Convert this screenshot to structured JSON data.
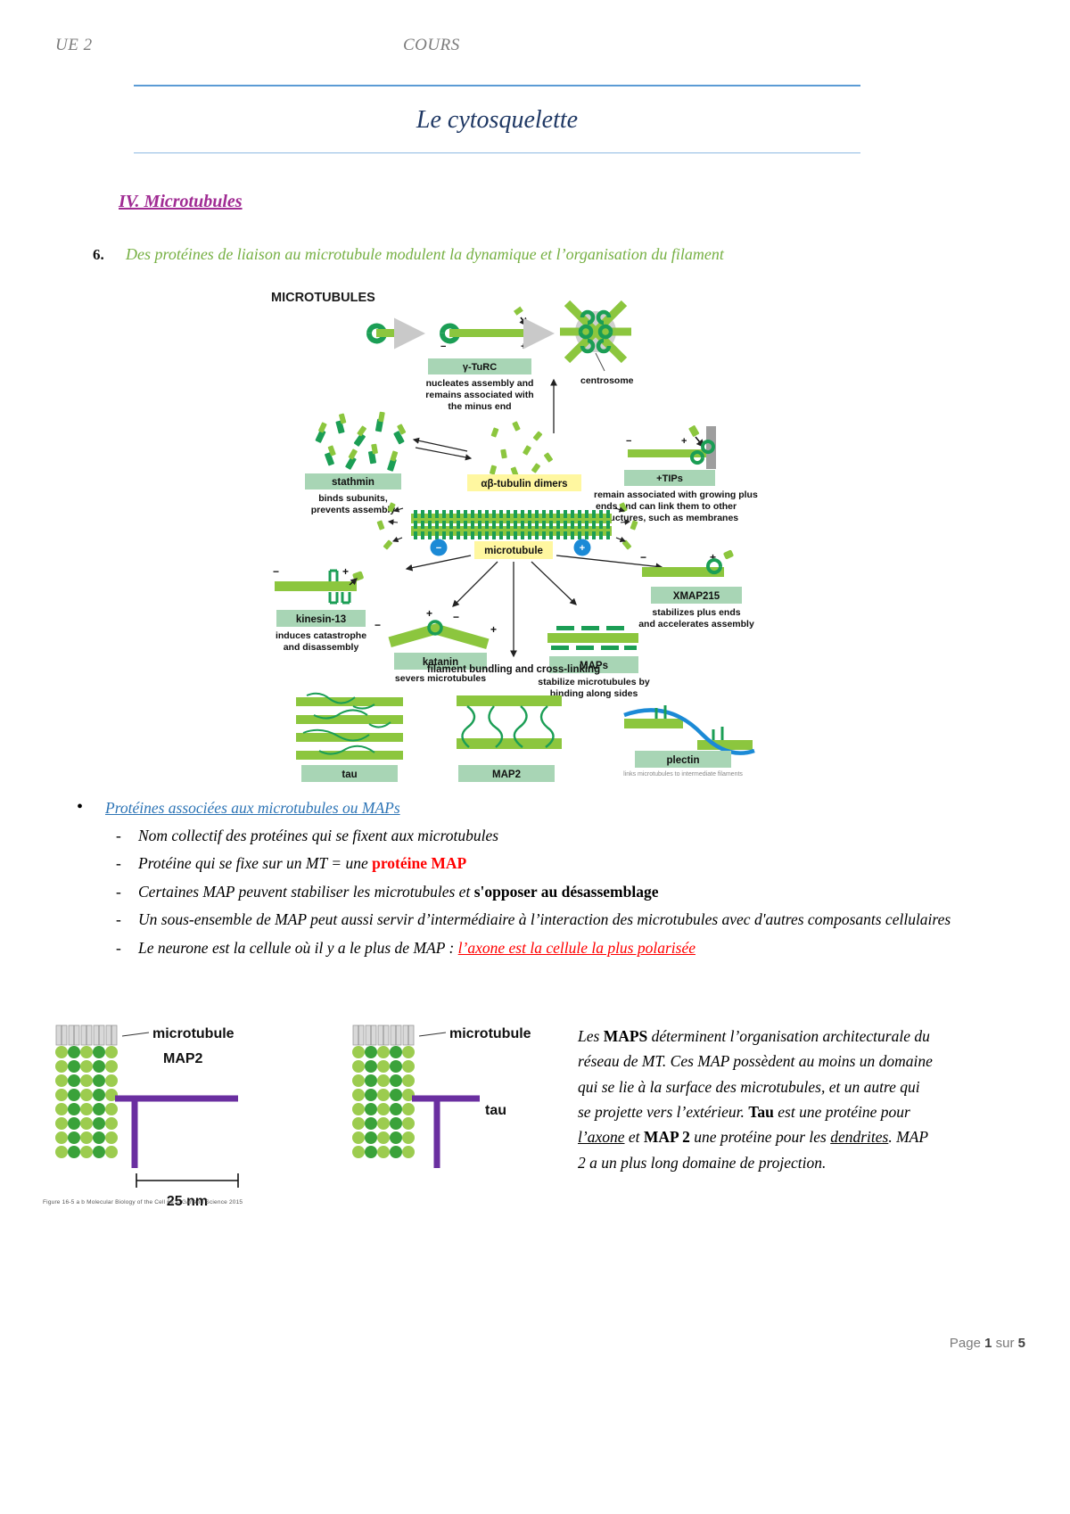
{
  "header": {
    "left": "UE 2",
    "right": "COURS"
  },
  "title": "Le cytosquelette",
  "section": {
    "heading": "IV. Microtubules",
    "item_number": "6.",
    "item_text": "Des protéines de liaison au microtubule modulent la dynamique et l’organisation du filament"
  },
  "figure1": {
    "title": "MICROTUBULES",
    "labels": {
      "gturc": "γ-TuRC",
      "gturc_desc_1": "nucleates assembly and",
      "gturc_desc_2": "remains associated with",
      "gturc_desc_3": "the minus end",
      "centrosome": "centrosome",
      "stathmin": "stathmin",
      "stathmin_desc_1": "binds subunits,",
      "stathmin_desc_2": "prevents assembly",
      "dimers": "αβ-tubulin dimers",
      "tips": "+TIPs",
      "tips_desc_1": "remain associated with growing plus",
      "tips_desc_2": "ends and can link them to other",
      "tips_desc_3": "structures, such as membranes",
      "microtubule": "microtubule",
      "kinesin": "kinesin-13",
      "kinesin_desc_1": "induces catastrophe",
      "kinesin_desc_2": "and disassembly",
      "xmap": "XMAP215",
      "xmap_desc_1": "stabilizes plus ends",
      "xmap_desc_2": "and accelerates assembly",
      "katanin": "katanin",
      "katanin_desc": "severs microtubules",
      "maps": "MAPs",
      "maps_desc_1": "stabilize microtubules by",
      "maps_desc_2": "binding along sides",
      "bundling": "filament bundling and cross-linking",
      "tau": "tau",
      "map2": "MAP2",
      "plectin": "plectin",
      "minus": "−",
      "plus": "+"
    }
  },
  "bullets": {
    "main": "Protéines associées aux microtubules ou MAPs",
    "items": [
      {
        "plain": "Nom collectif des protéines qui se fixent aux microtubules"
      },
      {
        "plain": "Protéine qui se fixe sur un MT = une ",
        "red_bold": "protéine MAP"
      },
      {
        "plain": "Certaines MAP peuvent stabiliser les microtubules et ",
        "bold": "s'opposer au désassemblage"
      },
      {
        "plain": "Un sous-ensemble de MAP peut aussi servir d’intermédiaire à l’interaction des microtubules avec d'autres composants cellulaires"
      },
      {
        "plain": "Le neurone est la cellule où il y a le plus de MAP : ",
        "red_underline": "l’axone est la cellule la plus polarisée"
      }
    ]
  },
  "figure2": {
    "microtubule": "microtubule",
    "map2": "MAP2",
    "scale": "25 nm",
    "credit": "Figure 16-5 a b  Molecular Biology of the Cell 6e © Garland Science 2015"
  },
  "figure3": {
    "microtubule": "microtubule",
    "tau": "tau"
  },
  "paragraph": {
    "t1": "Les ",
    "b1": "MAPS",
    "t2": " déterminent  l’organisation architecturale du réseau de MT. Ces MAP possèdent au moins un domaine qui se lie à la surface des microtubules, et un autre qui se projette vers l’extérieur. ",
    "b2": "Tau",
    "t3": " est une protéine pour ",
    "u1": "l’axone",
    "t4": " et ",
    "b3": "MAP 2",
    "t5": " une protéine pour les ",
    "u2": "dendrites",
    "t6": ". MAP 2 a un plus long domaine de projection."
  },
  "footer": {
    "prefix": "Page ",
    "current": "1",
    "middle": " sur ",
    "total": "5"
  },
  "colors": {
    "title": "#1f3864",
    "rule": "#5b9bd5",
    "section": "#a02b93",
    "subsection": "#76b043",
    "bullet_link": "#2e75b6",
    "red": "#ff0000",
    "green_light": "#8cc63e",
    "green_dark": "#1b9e55",
    "green_box": "#a8d5b5",
    "yellow_box": "#fff7a0",
    "purple": "#6a2fa0",
    "blue": "#1b8ad6"
  }
}
